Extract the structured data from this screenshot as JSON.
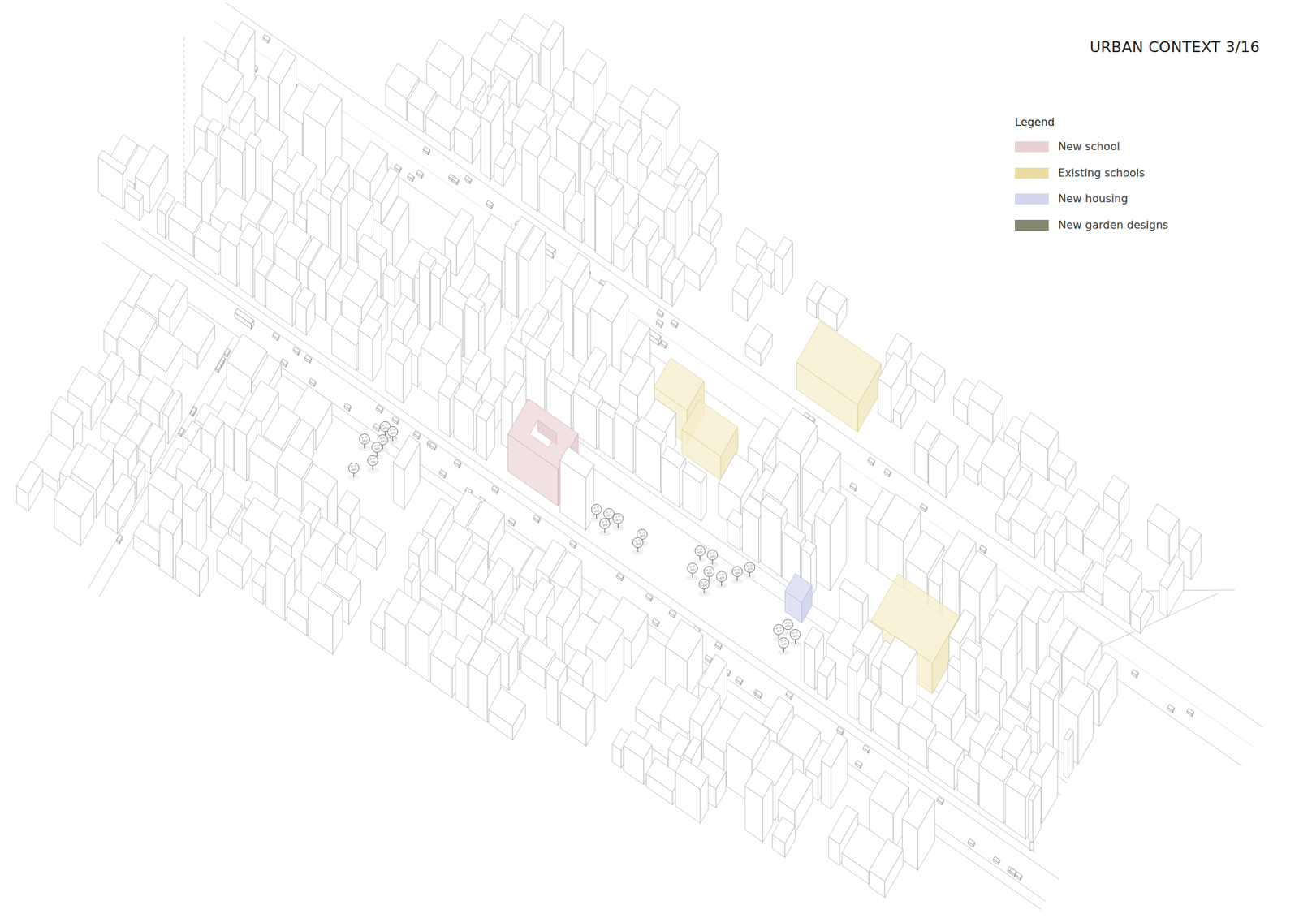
{
  "diagram": {
    "title": "URBAN CONTEXT 3/16",
    "labels": [
      "Legend"
    ],
    "legend": [
      {
        "text": "New school",
        "color": "#e8d1d4"
      },
      {
        "text": "Existing schools",
        "color": "#ebdc9f"
      },
      {
        "text": "New housing",
        "color": "#d3d6ef"
      },
      {
        "text": "New garden designs",
        "color": "#848a72"
      }
    ]
  }
}
